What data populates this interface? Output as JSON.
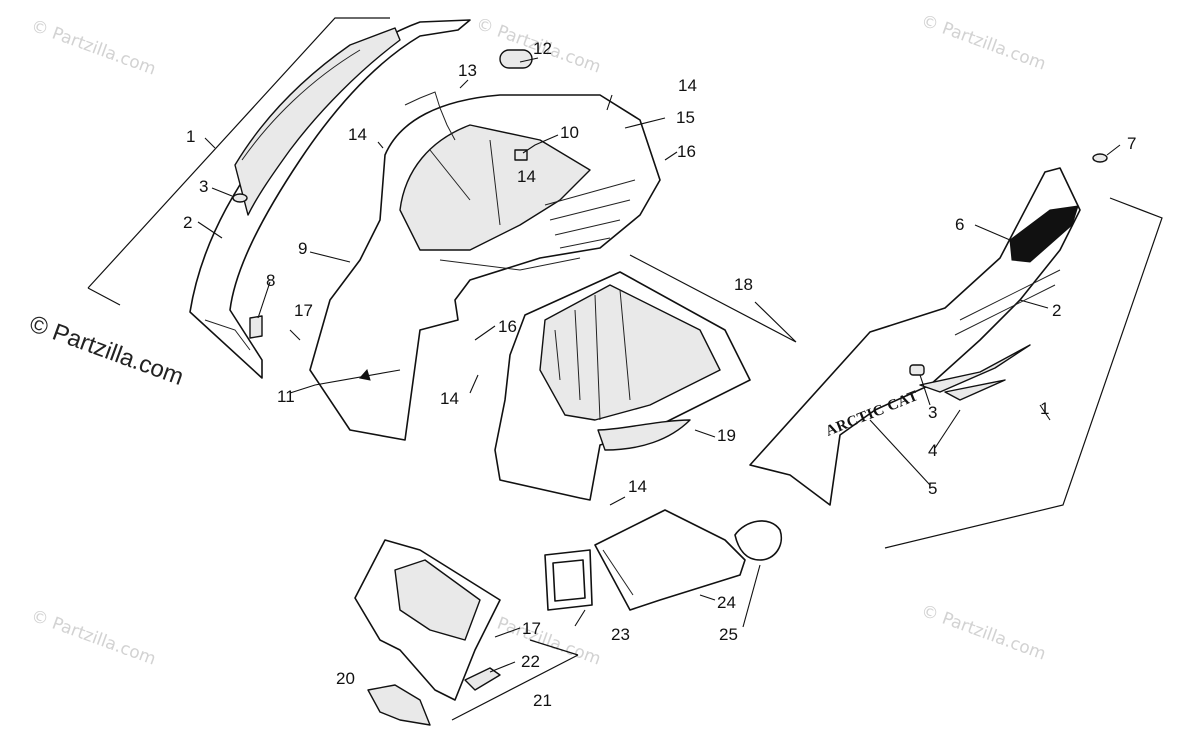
{
  "watermarks": [
    "© Partzilla.com",
    "© Partzilla.com",
    "© Partzilla.com",
    "© Partzilla.com",
    "© Partzilla.com",
    "© Partzilla.com"
  ],
  "watermark_main": "© Partzilla.com",
  "decal_text": "ARCTIC CAT",
  "callouts": [
    {
      "id": "c1a",
      "text": "1"
    },
    {
      "id": "c2a",
      "text": "2"
    },
    {
      "id": "c3a",
      "text": "3"
    },
    {
      "id": "c8",
      "text": "8"
    },
    {
      "id": "c9",
      "text": "9"
    },
    {
      "id": "c10",
      "text": "10"
    },
    {
      "id": "c11",
      "text": "11"
    },
    {
      "id": "c12",
      "text": "12"
    },
    {
      "id": "c13",
      "text": "13"
    },
    {
      "id": "c14a",
      "text": "14"
    },
    {
      "id": "c14b",
      "text": "14"
    },
    {
      "id": "c14c",
      "text": "14"
    },
    {
      "id": "c14d",
      "text": "14"
    },
    {
      "id": "c14e",
      "text": "14"
    },
    {
      "id": "c15",
      "text": "15"
    },
    {
      "id": "c16a",
      "text": "16"
    },
    {
      "id": "c16b",
      "text": "16"
    },
    {
      "id": "c17a",
      "text": "17"
    },
    {
      "id": "c17b",
      "text": "17"
    },
    {
      "id": "c18",
      "text": "18"
    },
    {
      "id": "c19",
      "text": "19"
    },
    {
      "id": "c20",
      "text": "20"
    },
    {
      "id": "c21",
      "text": "21"
    },
    {
      "id": "c22",
      "text": "22"
    },
    {
      "id": "c23",
      "text": "23"
    },
    {
      "id": "c24",
      "text": "24"
    },
    {
      "id": "c25",
      "text": "25"
    },
    {
      "id": "c7",
      "text": "7"
    },
    {
      "id": "c6",
      "text": "6"
    },
    {
      "id": "c2b",
      "text": "2"
    },
    {
      "id": "c3b",
      "text": "3"
    },
    {
      "id": "c4",
      "text": "4"
    },
    {
      "id": "c5",
      "text": "5"
    },
    {
      "id": "c1b",
      "text": "1"
    }
  ]
}
